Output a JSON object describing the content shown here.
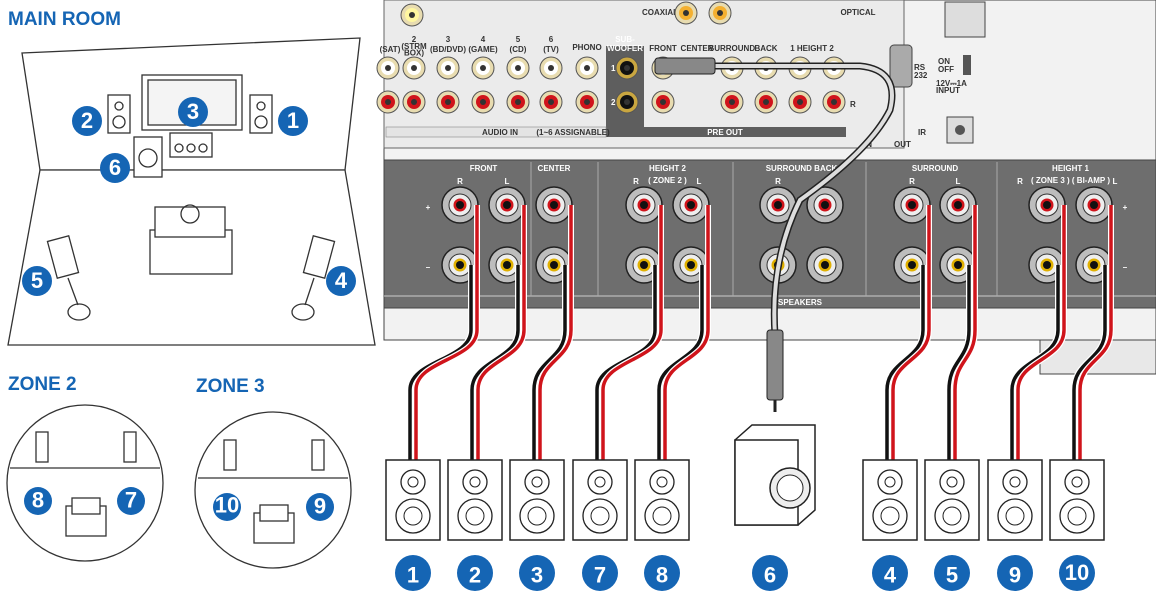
{
  "main_room": {
    "title": "MAIN ROOM",
    "badges": [
      "1",
      "2",
      "3",
      "4",
      "5",
      "6"
    ]
  },
  "zone2": {
    "title": "ZONE 2",
    "badges": [
      "8",
      "7"
    ]
  },
  "zone3": {
    "title": "ZONE 3",
    "badges": [
      "10",
      "9"
    ]
  },
  "receiver": {
    "audio_in": {
      "inputs": [
        {
          "num": "",
          "name": "(SAT)"
        },
        {
          "num": "2",
          "name": "(STRM BOX)"
        },
        {
          "num": "3",
          "name": "(BD/DVD)"
        },
        {
          "num": "4",
          "name": "(GAME)"
        },
        {
          "num": "5",
          "name": "(CD)"
        },
        {
          "num": "6",
          "name": "(TV)"
        }
      ],
      "phono": "PHONO",
      "label": "AUDIO IN",
      "note": "(1~6 ASSIGNABLE)"
    },
    "digital": {
      "coaxial": "COAXIAL",
      "optical": "OPTICAL"
    },
    "pre_out": {
      "label": "PRE OUT",
      "subwoofer": "SUB-\nWOOFER",
      "sub_line1": "SUB-",
      "sub_line2": "WOOFER",
      "sub_ports": [
        "1",
        "2"
      ],
      "channels": [
        "FRONT",
        "CENTER",
        "SURROUND",
        "BACK",
        "1  HEIGHT 2"
      ],
      "r_mark": "R"
    },
    "rs232": {
      "line1": "RS",
      "line2": "232"
    },
    "ir": {
      "label": "IR",
      "in": "IN",
      "out": "OUT"
    },
    "power": {
      "on": "ON",
      "off": "OFF",
      "rating": "12V⎓1A",
      "input": "INPUT"
    },
    "speakers": {
      "label": "SPEAKERS",
      "plus": "+",
      "minus": "–",
      "groups": [
        {
          "name": "FRONT",
          "sub": "",
          "r": "R",
          "l": "L"
        },
        {
          "name": "CENTER",
          "sub": "",
          "r": "",
          "l": ""
        },
        {
          "name": "HEIGHT 2",
          "sub": "( ZONE 2 )",
          "r": "R",
          "l": "L"
        },
        {
          "name": "SURROUND BACK",
          "sub": "",
          "r": "R",
          "l": "L"
        },
        {
          "name": "SURROUND",
          "sub": "",
          "r": "R",
          "l": "L"
        },
        {
          "name": "HEIGHT 1",
          "sub": "( ZONE 3 ) ( BI-AMP )",
          "r": "R",
          "l": "L"
        }
      ]
    }
  },
  "speaker_badges": [
    "1",
    "2",
    "3",
    "7",
    "8",
    "6",
    "4",
    "5",
    "9",
    "10"
  ],
  "colors": {
    "badge": "#1565b4",
    "panel_dark": "#6e6e6e",
    "panel_light": "#efefef",
    "wire_red": "#d0141b",
    "wire_black": "#111111"
  }
}
